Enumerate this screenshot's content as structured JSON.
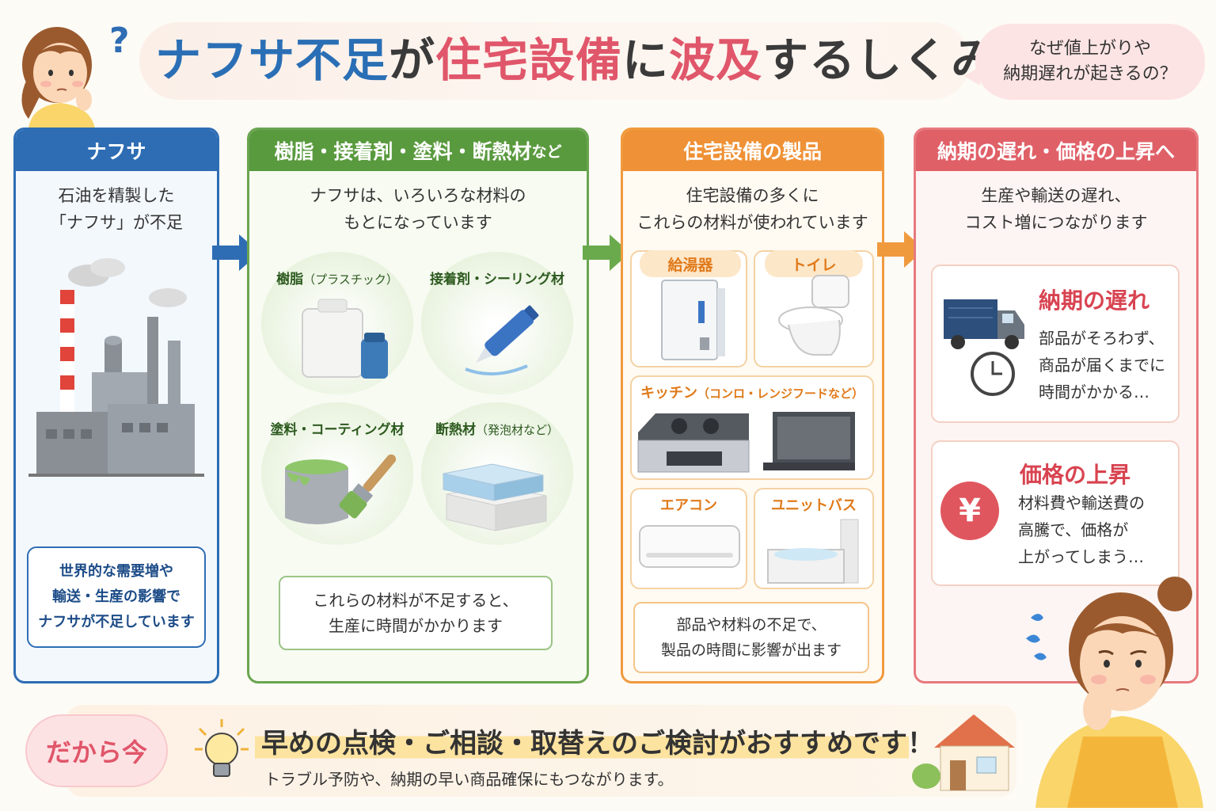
{
  "header": {
    "title_part1": "ナフサ不足",
    "title_part2": "が",
    "title_part3": "住宅設備",
    "title_part4": "に",
    "title_part5": "波及",
    "title_part6": "するしくみ",
    "question_line1": "なぜ値上がりや",
    "question_line2": "納期遅れが起きるの？"
  },
  "col1": {
    "title": "ナフサ",
    "desc_line1": "石油を精製した",
    "desc_line2": "「ナフサ」が不足",
    "note_line1": "世界的な需要増や",
    "note_line2": "輸送・生産の影響で",
    "note_line3": "ナフサが不足しています"
  },
  "col2": {
    "title": "樹脂・接着剤・塗料・断熱材",
    "title_suffix": "など",
    "desc_line1": "ナフサは、いろいろな材料の",
    "desc_line2": "もとになっています",
    "materials": [
      {
        "label": "樹脂",
        "sub": "（プラスチック）"
      },
      {
        "label": "接着剤・シーリング材",
        "sub": ""
      },
      {
        "label": "塗料・コーティング材",
        "sub": ""
      },
      {
        "label": "断熱材",
        "sub": "（発泡材など）"
      }
    ],
    "note_line1": "これらの材料が不足すると、",
    "note_line2": "生産に時間がかかります"
  },
  "col3": {
    "title": "住宅設備の製品",
    "desc_line1": "住宅設備の多くに",
    "desc_line2": "これらの材料が使われています",
    "products": {
      "water_heater": "給湯器",
      "toilet": "トイレ",
      "kitchen": "キッチン",
      "kitchen_sub": "（コンロ・レンジフードなど）",
      "aircon": "エアコン",
      "unit_bath": "ユニットバス"
    },
    "note_line1": "部品や材料の不足で、",
    "note_line2": "製品の時間に影響が出ます"
  },
  "col4": {
    "title": "納期の遅れ・価格の上昇へ",
    "desc_line1": "生産や輸送の遅れ、",
    "desc_line2": "コスト増につながります",
    "delay": {
      "title": "納期の遅れ",
      "line1": "部品がそろわず、",
      "line2": "商品が届くまでに",
      "line3": "時間がかかる…"
    },
    "price": {
      "title": "価格の上昇",
      "symbol": "¥",
      "line1": "材料費や輸送費の",
      "line2": "高騰で、価格が",
      "line3": "上がってしまう…"
    }
  },
  "footer": {
    "badge": "だから今",
    "main": "早めの点検・ご相談・取替えのご検討がおすすめです！",
    "sub": "トラブル予防や、納期の早い商品確保にもつながります。"
  },
  "colors": {
    "blue": "#2e6db4",
    "green": "#5a9a3e",
    "orange": "#ef9136",
    "red": "#e06068",
    "pink": "#e0566a"
  },
  "decor": {
    "question_mark": "?"
  }
}
